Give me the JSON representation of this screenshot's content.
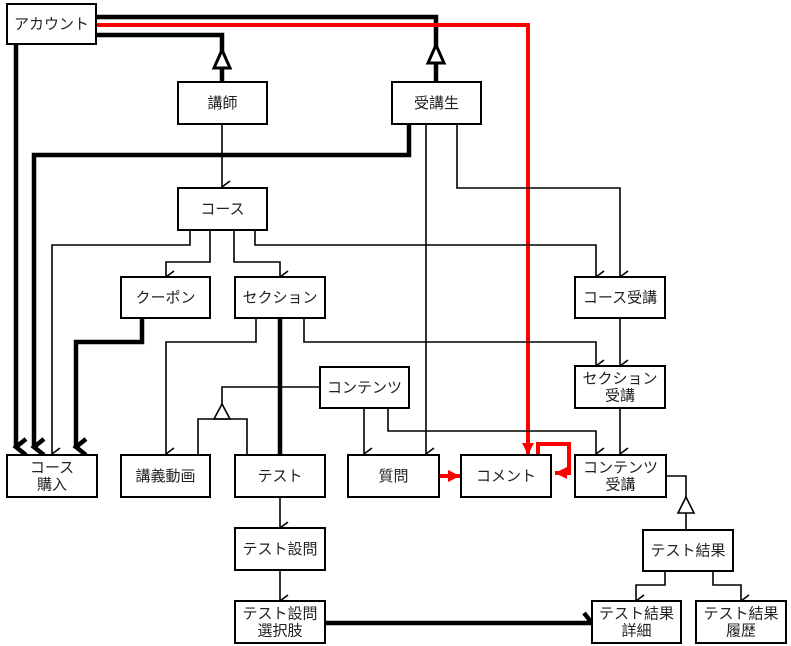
{
  "title": "Entity relationship diagram",
  "colors": {
    "line": "#000000",
    "highlight": "#ff0000",
    "box_fill": "#ffffff"
  },
  "nodes": {
    "account": {
      "lines": [
        "アカウント"
      ]
    },
    "instructor": {
      "lines": [
        "講師"
      ]
    },
    "student": {
      "lines": [
        "受講生"
      ]
    },
    "course": {
      "lines": [
        "コース"
      ]
    },
    "coupon": {
      "lines": [
        "クーポン"
      ]
    },
    "section": {
      "lines": [
        "セクション"
      ]
    },
    "course_enrollment": {
      "lines": [
        "コース受講"
      ]
    },
    "section_enrollment": {
      "lines": [
        "セクション",
        "受講"
      ]
    },
    "contents": {
      "lines": [
        "コンテンツ"
      ]
    },
    "course_purchase": {
      "lines": [
        "コース",
        "購入"
      ]
    },
    "lecture_video": {
      "lines": [
        "講義動画"
      ]
    },
    "test": {
      "lines": [
        "テスト"
      ]
    },
    "question": {
      "lines": [
        "質問"
      ]
    },
    "comment": {
      "lines": [
        "コメント"
      ]
    },
    "contents_enrollment": {
      "lines": [
        "コンテンツ",
        "受講"
      ]
    },
    "test_result": {
      "lines": [
        "テスト結果"
      ]
    },
    "test_question": {
      "lines": [
        "テスト設問"
      ]
    },
    "test_question_choice": {
      "lines": [
        "テスト設問",
        "選択肢"
      ]
    },
    "test_result_detail": {
      "lines": [
        "テスト結果",
        "詳細"
      ]
    },
    "test_result_history": {
      "lines": [
        "テスト結果",
        "履歴"
      ]
    }
  },
  "edges": [
    {
      "from": "instructor",
      "to": "account",
      "type": "inheritance"
    },
    {
      "from": "student",
      "to": "account",
      "type": "inheritance"
    },
    {
      "from": "account",
      "to": "course_purchase",
      "type": "strong"
    },
    {
      "from": "account",
      "to": "comment",
      "type": "highlight"
    },
    {
      "from": "student",
      "to": "course_purchase",
      "type": "strong"
    },
    {
      "from": "instructor",
      "to": "course",
      "type": "normal"
    },
    {
      "from": "course",
      "to": "course_purchase",
      "type": "normal"
    },
    {
      "from": "coupon",
      "to": "course_purchase",
      "type": "strong"
    },
    {
      "from": "course",
      "to": "coupon",
      "type": "normal"
    },
    {
      "from": "course",
      "to": "section",
      "type": "normal"
    },
    {
      "from": "course",
      "to": "course_enrollment",
      "type": "normal"
    },
    {
      "from": "student",
      "to": "course_enrollment",
      "type": "normal"
    },
    {
      "from": "student",
      "to": "question",
      "type": "normal"
    },
    {
      "from": "course_enrollment",
      "to": "section_enrollment",
      "type": "normal"
    },
    {
      "from": "section",
      "to": "section_enrollment",
      "type": "normal"
    },
    {
      "from": "section",
      "to": "lecture_video",
      "type": "normal"
    },
    {
      "from": "section",
      "to": "test",
      "type": "strong"
    },
    {
      "from": "lecture_video",
      "to": "contents",
      "type": "inheritance"
    },
    {
      "from": "test",
      "to": "contents",
      "type": "inheritance"
    },
    {
      "from": "contents",
      "to": "question",
      "type": "normal"
    },
    {
      "from": "contents",
      "to": "contents_enrollment",
      "type": "normal"
    },
    {
      "from": "section_enrollment",
      "to": "contents_enrollment",
      "type": "normal"
    },
    {
      "from": "question",
      "to": "comment",
      "type": "highlight"
    },
    {
      "from": "comment",
      "to": "comment",
      "type": "highlight"
    },
    {
      "from": "test_result",
      "to": "contents_enrollment",
      "type": "inheritance"
    },
    {
      "from": "test_result",
      "to": "test_result_detail",
      "type": "normal"
    },
    {
      "from": "test_result",
      "to": "test_result_history",
      "type": "normal"
    },
    {
      "from": "test",
      "to": "test_question",
      "type": "normal"
    },
    {
      "from": "test_question",
      "to": "test_question_choice",
      "type": "normal"
    },
    {
      "from": "test_question_choice",
      "to": "test_result_detail",
      "type": "strong"
    }
  ]
}
